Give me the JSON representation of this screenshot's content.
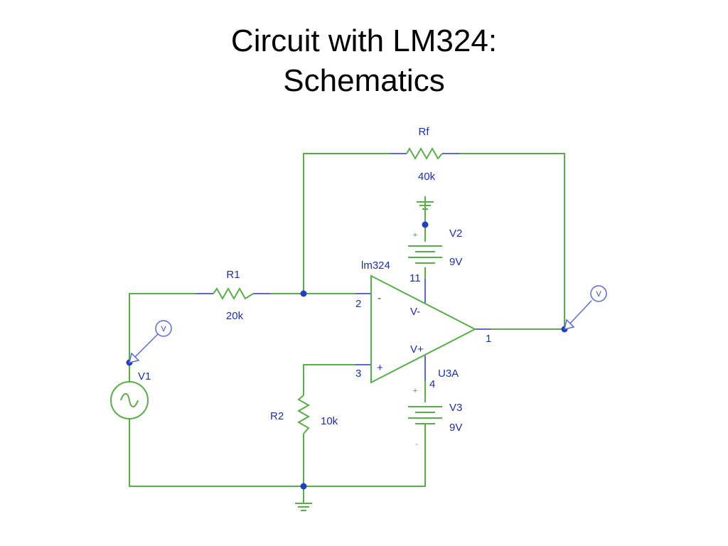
{
  "title": {
    "line1": "Circuit with LM324:",
    "line2": "Schematics"
  },
  "components": {
    "rf": {
      "name": "Rf",
      "value": "40k"
    },
    "r1": {
      "name": "R1",
      "value": "20k"
    },
    "r2": {
      "name": "R2",
      "value": "10k"
    },
    "v1": {
      "name": "V1"
    },
    "v2": {
      "name": "V2",
      "value": "9V",
      "plus": "+"
    },
    "v3": {
      "name": "V3",
      "value": "9V",
      "plus": "+",
      "minus": "-"
    },
    "opamp": {
      "model": "lm324",
      "ref": "U3A",
      "inv_symbol": "-",
      "noninv_symbol": "+",
      "vneg": "V-",
      "vpos": "V+",
      "pin_inv": "2",
      "pin_noninv": "3",
      "pin_out": "1",
      "pin_vneg": "11",
      "pin_vpos": "4"
    },
    "probes": {
      "label": "V"
    }
  },
  "colors": {
    "wire": "#5aac4a",
    "lead": "#5a6ad0",
    "node": "#1f3fbf",
    "label": "#1f2fa0"
  }
}
